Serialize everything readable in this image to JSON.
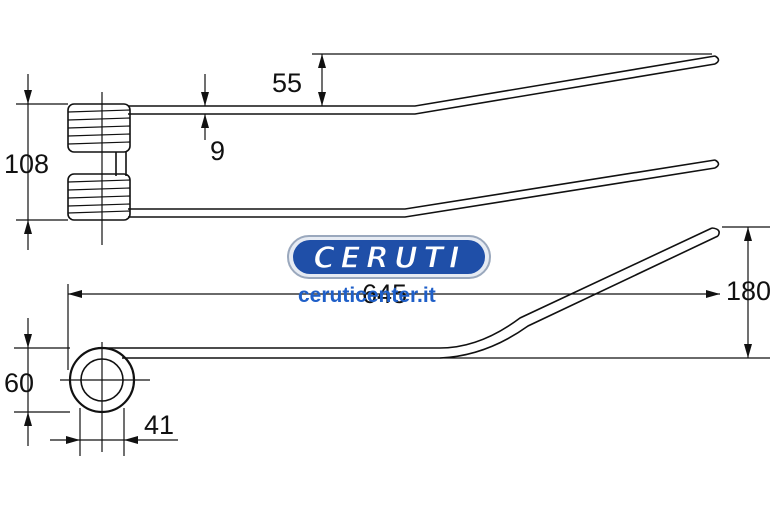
{
  "dimensions": {
    "width_108": "108",
    "thickness_9": "9",
    "offset_55": "55",
    "length_645": "645",
    "height_180": "180",
    "coil_60": "60",
    "coil_41": "41"
  },
  "watermark": {
    "logo": "CERUTI",
    "site": "ceruticenter.it"
  },
  "colors": {
    "line": "#111111",
    "logo_blue": "#1f4fa8",
    "logo_fill": "#ffffff",
    "site_blue": "#1f5fc8"
  }
}
